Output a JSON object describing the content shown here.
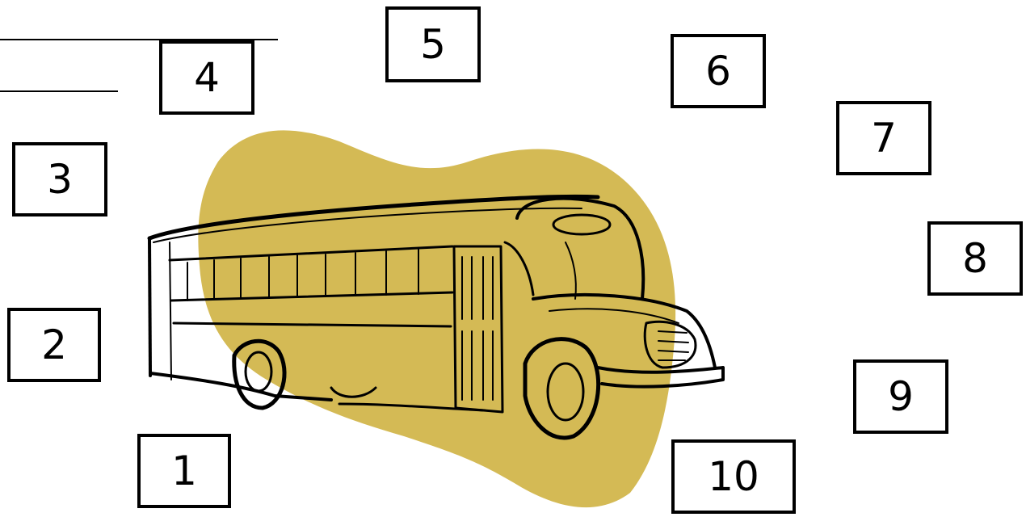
{
  "illustration": {
    "subject": "school-bus",
    "blob_color": "#D4BA55",
    "line_color": "#000000"
  },
  "boxes": {
    "b1": "1",
    "b2": "2",
    "b3": "3",
    "b4": "4",
    "b5": "5",
    "b6": "6",
    "b7": "7",
    "b8": "8",
    "b9": "9",
    "b10": "10"
  }
}
